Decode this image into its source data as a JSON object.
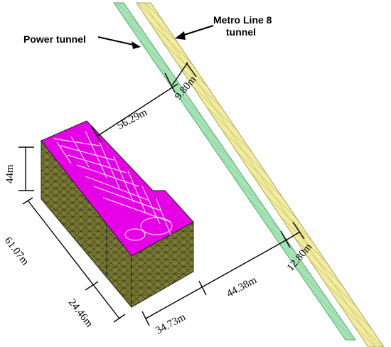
{
  "labels": {
    "power_tunnel": "Power tunnel",
    "metro_line_1": "Metro Line 8",
    "metro_line_2": "tunnel"
  },
  "dimensions": {
    "d_56_29": "56.29m",
    "d_9_80": "9.80m",
    "d_44": "44m",
    "d_61_07": "61.07m",
    "d_24_46": "24.46m",
    "d_34_73": "34.73m",
    "d_44_38": "44.38m",
    "d_12_80": "12.80m"
  },
  "colors": {
    "power_tunnel": "#a8e6b8",
    "metro_tunnel": "#f0eaa0",
    "station_top": "#e600e6",
    "station_side": "#7a7a32",
    "mesh_line": "#2b2b10"
  }
}
